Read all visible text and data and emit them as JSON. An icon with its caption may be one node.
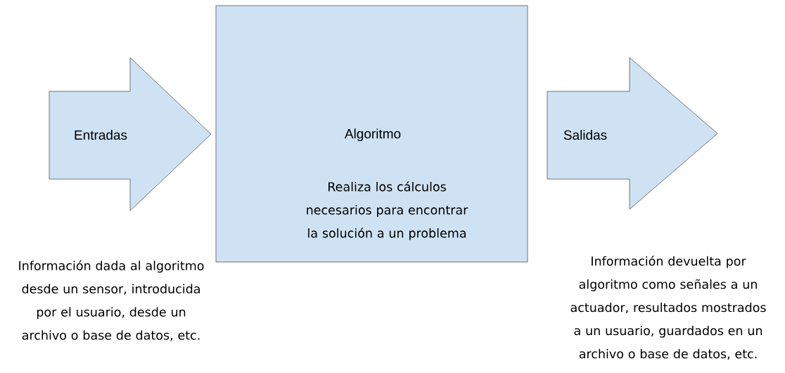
{
  "diagram": {
    "nodes": [
      {
        "text": [
          "Entradas"
        ]
      },
      {
        "text": [
          "Algoritmo",
          "Realiza los cálculos necesarios para encontrar la solución a un problema"
        ]
      },
      {
        "text": [
          "Salidas"
        ]
      }
    ],
    "labels": [
      "Información dada al algoritmo desde un sensor, introducida por el usuario, desde un archivo o base de datos, etc.",
      "Información devuelta por algoritmo como señales a un actuador, resultados mostrados a un usuario, guardados en un archivo o base de datos, etc."
    ]
  }
}
